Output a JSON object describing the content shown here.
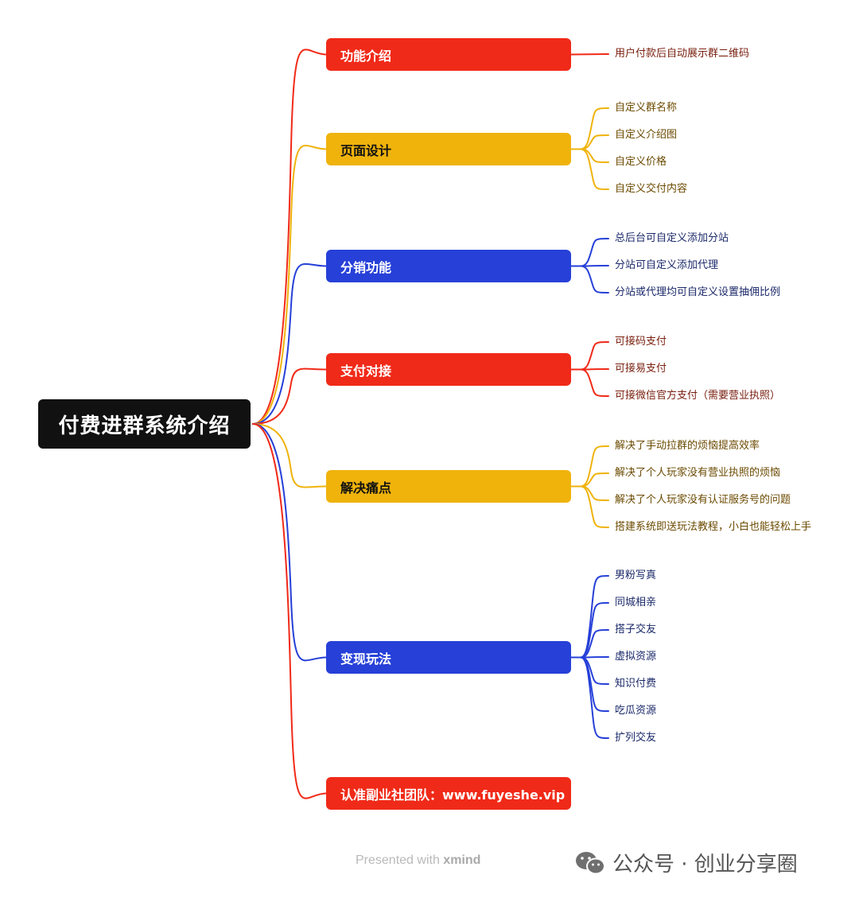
{
  "root": {
    "label": "付费进群系统介绍"
  },
  "colors": {
    "red": "#f02a18",
    "yellow": "#efb30c",
    "blue": "#2640d8",
    "root_bg": "#111111",
    "red_text": "#7a2010",
    "yellow_text": "#6b4a00",
    "blue_text": "#1c2a6a"
  },
  "branches": [
    {
      "label": "功能介绍",
      "color": "red",
      "children": [
        "用户付款后自动展示群二维码"
      ]
    },
    {
      "label": "页面设计",
      "color": "yellow",
      "children": [
        "自定义群名称",
        "自定义介绍图",
        "自定义价格",
        "自定义交付内容"
      ]
    },
    {
      "label": "分销功能",
      "color": "blue",
      "children": [
        "总后台可自定义添加分站",
        "分站可自定义添加代理",
        "分站或代理均可自定义设置抽佣比例"
      ]
    },
    {
      "label": "支付对接",
      "color": "red",
      "children": [
        "可接码支付",
        "可接易支付",
        "可接微信官方支付（需要营业执照）"
      ]
    },
    {
      "label": "解决痛点",
      "color": "yellow",
      "children": [
        "解决了手动拉群的烦恼提高效率",
        "解决了个人玩家没有营业执照的烦恼",
        "解决了个人玩家没有认证服务号的问题",
        "搭建系统即送玩法教程，小白也能轻松上手"
      ]
    },
    {
      "label": "变现玩法",
      "color": "blue",
      "children": [
        "男粉写真",
        "同城相亲",
        "搭子交友",
        "虚拟资源",
        "知识付费",
        "吃瓜资源",
        "扩列交友"
      ]
    },
    {
      "label": "认准副业社团队：www.fuyeshe.vip",
      "color": "red",
      "children": []
    }
  ],
  "footer": {
    "presented_prefix": "Presented with",
    "presented_brand": "xmind",
    "wechat_label": "公众号 · 创业分享圈"
  }
}
